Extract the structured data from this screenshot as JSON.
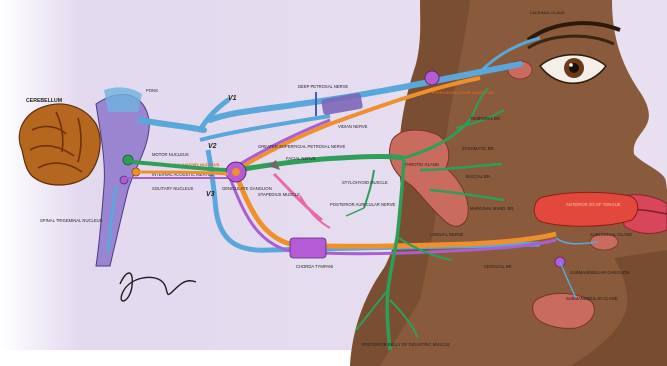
{
  "labels": {
    "cerebellum": "CEREBELLUM",
    "pons": "PONS",
    "v1": "V1",
    "v2": "V2",
    "v3": "V3",
    "lacrimal_gland": "LACRIMAL GLAND",
    "deep_petrosal": "DEEP PETROSAL NERVE",
    "greater_petrosal": "GREATER SUPERFICIAL PETROSAL NERVE",
    "vidian": "VIDIAN NERVE",
    "pterygopalatine": "PTERYGOPALATINE GANGLION",
    "zygomatic_br": "ZYGOMATIC BR.",
    "temporal_br": "TEMPORAL BR.",
    "buccal_br": "BUCCAL BR.",
    "parotid": "PAROTID GLAND",
    "marginal_mand": "MARGINAL MAND. BR.",
    "cervical_br": "CERVICAL BR.",
    "lingual_nerve": "LINGUAL NERVE",
    "facial_nerve_internal": "FACIAL NERVE",
    "geniculate": "GENICULATE GANGLION",
    "stapedius": "STAPEDIUS MUSCLE",
    "chorda": "CHORDA TYMPANI",
    "stylohyoid": "STYLOHYOID MUSCLE",
    "digastric": "POSTERIOR BELLY OF DIGASTRIC MUSCLE",
    "sublingual": "SUBLINGUAL GLAND",
    "submandibular_gland": "SUBMANDIBULAR GLAND",
    "submandibular_ganglion": "SUBMANDIBULAR GANGLION",
    "anterior_tongue": "ANTERIOR 2/3 OF TONGUE",
    "superior_salivatory": "SUPERIOR SALIVATORY NUCLEUS",
    "solitary": "SOLITARY NUCLEUS",
    "motor_nucleus": "MOTOR NUCLEUS",
    "posterior_auricular": "POSTERIOR AURICULAR NERVE",
    "internal_acoustic": "INTERNAL ACOUSTIC MEATUS",
    "spinal_trigeminal": "SPINAL TRIGEMINAL NUCLEUS",
    "signature": "Sabbie M."
  },
  "colors": {
    "background": "#e6def0",
    "skin": "#8a5a3c",
    "skin_dark": "#5e3b24",
    "parasympathetic": "#f0902a",
    "sensory": "#5aa7dc",
    "motor": "#2e9e58",
    "taste": "#a85fd0",
    "gland": "#c96b5e",
    "ganglion": "#b65bd6",
    "brain": "#b5661f",
    "brainstem": "#9b85d1",
    "tongue": "#e2493c"
  }
}
